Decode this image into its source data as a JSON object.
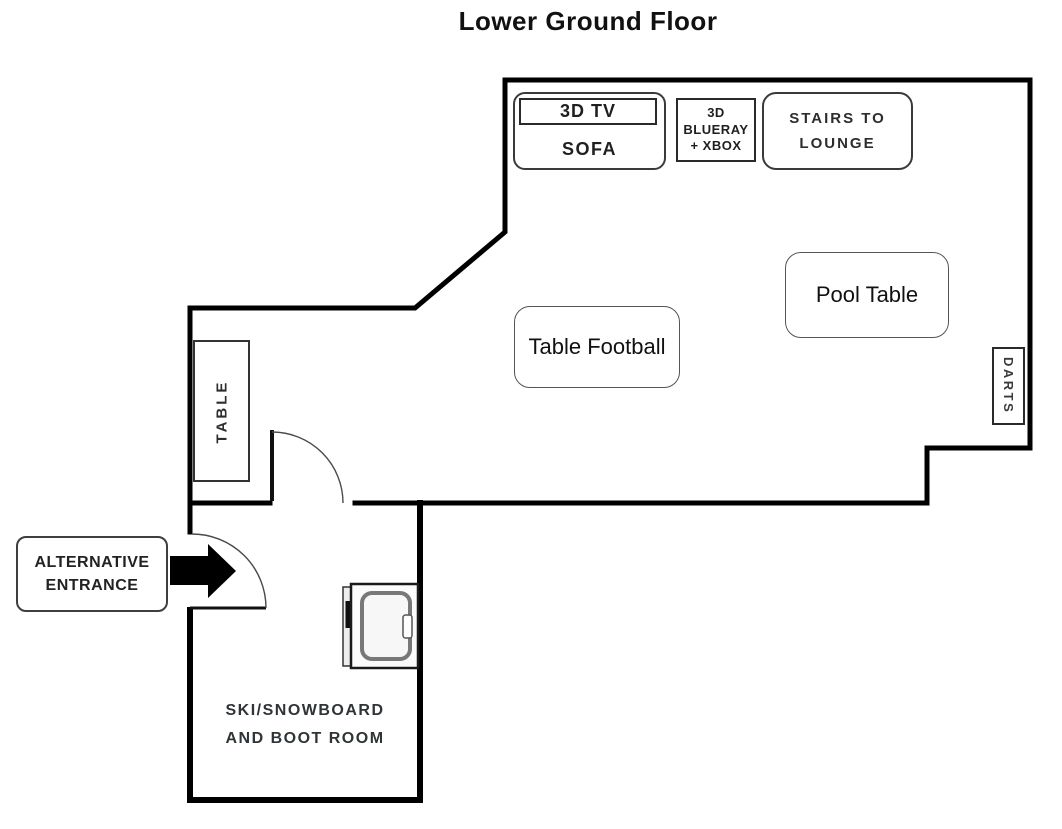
{
  "title": "Lower Ground Floor",
  "floor_plan": {
    "games_room": {
      "sofa_unit": {
        "tv": "3D TV",
        "sofa": "SOFA"
      },
      "media_unit": {
        "line1": "3D",
        "line2": "BLUERAY",
        "line3": "+ XBOX"
      },
      "stairs": {
        "line1": "STAIRS TO",
        "line2": "LOUNGE"
      },
      "pool_table": "Pool Table",
      "table_football": "Table Football",
      "darts": "DARTS",
      "table": "TABLE"
    },
    "entrance": {
      "line1": "ALTERNATIVE",
      "line2": "ENTRANCE"
    },
    "ski_room": {
      "line1": "SKI/SNOWBOARD",
      "line2": "AND BOOT ROOM"
    }
  },
  "colors": {
    "background": "#ffffff",
    "wall": "#000000",
    "door_arc": "#4a4a4a",
    "box_border": "#3a3a3a",
    "text": "#1f1f1f",
    "arrow": "#000000"
  }
}
